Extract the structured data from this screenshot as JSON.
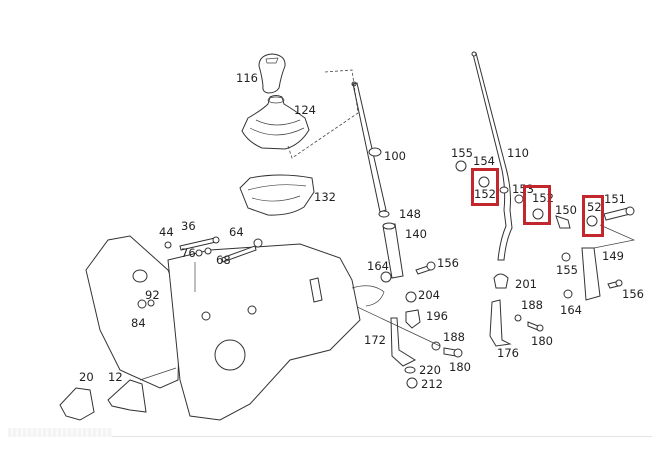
{
  "diagram": {
    "title": "Gear shift linkage exploded parts diagram",
    "highlight_color": "#c1272d",
    "highlighted_parts": [
      "152",
      "152",
      "52"
    ],
    "callouts": [
      {
        "id": "c116",
        "label": "116",
        "part": "gear-knob"
      },
      {
        "id": "c124",
        "label": "124",
        "part": "shift-boot"
      },
      {
        "id": "c132",
        "label": "132",
        "part": "boot-frame"
      },
      {
        "id": "c100",
        "label": "100",
        "part": "shift-lever"
      },
      {
        "id": "c148",
        "label": "148",
        "part": "ring"
      },
      {
        "id": "c140",
        "label": "140",
        "part": "bushing"
      },
      {
        "id": "c164a",
        "label": "164",
        "part": "nut"
      },
      {
        "id": "c156a",
        "label": "156",
        "part": "bolt"
      },
      {
        "id": "c204",
        "label": "204",
        "part": "nut"
      },
      {
        "id": "c196",
        "label": "196",
        "part": "bearing"
      },
      {
        "id": "c172",
        "label": "172",
        "part": "bracket"
      },
      {
        "id": "c188a",
        "label": "188",
        "part": "washer"
      },
      {
        "id": "c180a",
        "label": "180",
        "part": "bolt"
      },
      {
        "id": "c220",
        "label": "220",
        "part": "washer"
      },
      {
        "id": "c212",
        "label": "212",
        "part": "nut"
      },
      {
        "id": "c44",
        "label": "44",
        "part": "washer"
      },
      {
        "id": "c36",
        "label": "36",
        "part": "bolt"
      },
      {
        "id": "c64",
        "label": "64",
        "part": "bolt"
      },
      {
        "id": "c76",
        "label": "76",
        "part": "nut"
      },
      {
        "id": "c68",
        "label": "68",
        "part": "washer"
      },
      {
        "id": "c92",
        "label": "92",
        "part": "washer"
      },
      {
        "id": "c84",
        "label": "84",
        "part": "nut"
      },
      {
        "id": "c20",
        "label": "20",
        "part": "mount-bracket"
      },
      {
        "id": "c12",
        "label": "12",
        "part": "mount-bracket"
      },
      {
        "id": "c155a",
        "label": "155",
        "part": "bushing"
      },
      {
        "id": "c154",
        "label": "154",
        "part": "clip"
      },
      {
        "id": "c152a",
        "label": "152",
        "part": "bushing",
        "highlighted": true
      },
      {
        "id": "c110",
        "label": "110",
        "part": "shift-rod"
      },
      {
        "id": "c153",
        "label": "153",
        "part": "clip"
      },
      {
        "id": "c152b",
        "label": "152",
        "part": "bushing",
        "highlighted": true
      },
      {
        "id": "c150",
        "label": "150",
        "part": "spacer"
      },
      {
        "id": "c52",
        "label": "52",
        "part": "bushing",
        "highlighted": true
      },
      {
        "id": "c151",
        "label": "151",
        "part": "bolt"
      },
      {
        "id": "c149",
        "label": "149",
        "part": "lever"
      },
      {
        "id": "c155b",
        "label": "155",
        "part": "bushing"
      },
      {
        "id": "c156b",
        "label": "156",
        "part": "bolt"
      },
      {
        "id": "c164b",
        "label": "164",
        "part": "nut"
      },
      {
        "id": "c201",
        "label": "201",
        "part": "grommet"
      },
      {
        "id": "c188b",
        "label": "188",
        "part": "washer"
      },
      {
        "id": "c180b",
        "label": "180",
        "part": "bolt"
      },
      {
        "id": "c176",
        "label": "176",
        "part": "bracket"
      }
    ]
  }
}
